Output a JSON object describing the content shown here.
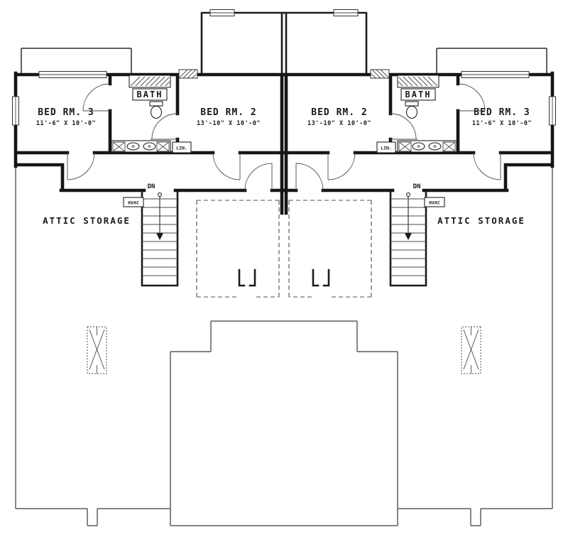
{
  "colors": {
    "ink": "#1a1a1a",
    "paper": "#ffffff"
  },
  "labels": {
    "left": {
      "bed3_name": "BED RM. 3",
      "bed3_dims": "11'-6\" X 10'-0\"",
      "bed2_name": "BED RM. 2",
      "bed2_dims": "13'-10\" X 10'-0\"",
      "bath": "BATH",
      "lin": "LIN.",
      "dn": "DN",
      "hvac": "HVAC",
      "attic": "ATTIC STORAGE"
    },
    "right": {
      "bed3_name": "BED RM. 3",
      "bed3_dims": "11'-6\" X 10'-0\"",
      "bed2_name": "BED RM. 2",
      "bed2_dims": "13'-10\" X 10'-0\"",
      "bath": "BATH",
      "lin": "LIN.",
      "dn": "DN",
      "hvac": "HVAC",
      "attic": "ATTIC STORAGE"
    }
  }
}
